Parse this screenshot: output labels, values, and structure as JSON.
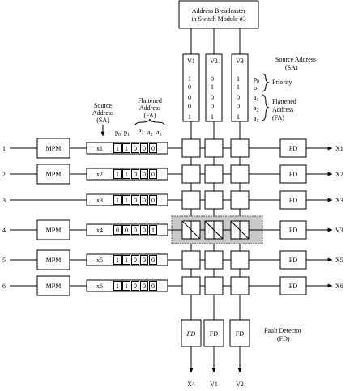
{
  "broadcaster": {
    "line1": "Address Broadcaster",
    "line2": "in Switch Module #3"
  },
  "vertical_buses": [
    {
      "label": "V1",
      "bits": [
        "1",
        "0",
        "0",
        "0",
        "1"
      ],
      "output": "X4"
    },
    {
      "label": "V2",
      "bits": [
        "0",
        "1",
        "0",
        "0",
        "1"
      ],
      "output": "V1"
    },
    {
      "label": "V3",
      "bits": [
        "1",
        "1",
        "0",
        "0",
        "1"
      ],
      "output": "V2"
    }
  ],
  "right_labels": {
    "source_address_1": "Source Address",
    "source_address_2": "(SA)",
    "priority": "Priority",
    "flattened_1": "Flattened",
    "flattened_2": "Address",
    "flattened_3": "(FA)",
    "p0": "p",
    "p0_sub": "0",
    "p1": "p",
    "p1_sub": "1",
    "a1": "a",
    "a1_sub": "1",
    "a2": "a",
    "a2_sub": "2",
    "a3": "a",
    "a3_sub": "3"
  },
  "left_labels": {
    "source_1": "Source",
    "source_2": "Address",
    "source_3": "(SA)",
    "flat_1": "Flattened",
    "flat_2": "Address",
    "flat_3": "(FA)",
    "header_p0": "p",
    "header_p0_sub": "0",
    "header_p1": "p",
    "header_p1_sub": "1",
    "header_a1": "a",
    "header_a1_sub": "1",
    "header_a2": "a",
    "header_a2_sub": "2",
    "header_a3": "a",
    "header_a3_sub": "3"
  },
  "rows": [
    {
      "num": "1",
      "has_mpm": true,
      "mpm": "MPM",
      "addr": "x1",
      "bits": [
        "1",
        "1",
        "0",
        "0",
        "0"
      ],
      "fd": "FD",
      "out": "X1"
    },
    {
      "num": "2",
      "has_mpm": true,
      "mpm": "MPM",
      "addr": "x2",
      "bits": [
        "1",
        "1",
        "0",
        "0",
        "0"
      ],
      "fd": "FD",
      "out": "X2"
    },
    {
      "num": "3",
      "has_mpm": false,
      "mpm": "",
      "addr": "x3",
      "bits": [
        "1",
        "1",
        "0",
        "0",
        "0"
      ],
      "fd": "FD",
      "out": "X3"
    },
    {
      "num": "4",
      "has_mpm": true,
      "mpm": "MPM",
      "addr": "x4",
      "bits": [
        "0",
        "0",
        "0",
        "0",
        "1"
      ],
      "fd": "FD",
      "out": "V3"
    },
    {
      "num": "5",
      "has_mpm": true,
      "mpm": "MPM",
      "addr": "x5",
      "bits": [
        "1",
        "1",
        "0",
        "0",
        "0"
      ],
      "fd": "FD",
      "out": "X5"
    },
    {
      "num": "6",
      "has_mpm": true,
      "mpm": "MPM",
      "addr": "x6",
      "bits": [
        "1",
        "1",
        "0",
        "0",
        "0"
      ],
      "fd": "FD",
      "out": "X6"
    }
  ],
  "bottom_fds": [
    "FD",
    "FD",
    "FD"
  ],
  "fault_detector": {
    "line1": "Fault Detector",
    "line2": "(FD)"
  },
  "colors": {
    "line": "#000000",
    "highlight_fill": "#c8c8c8"
  }
}
